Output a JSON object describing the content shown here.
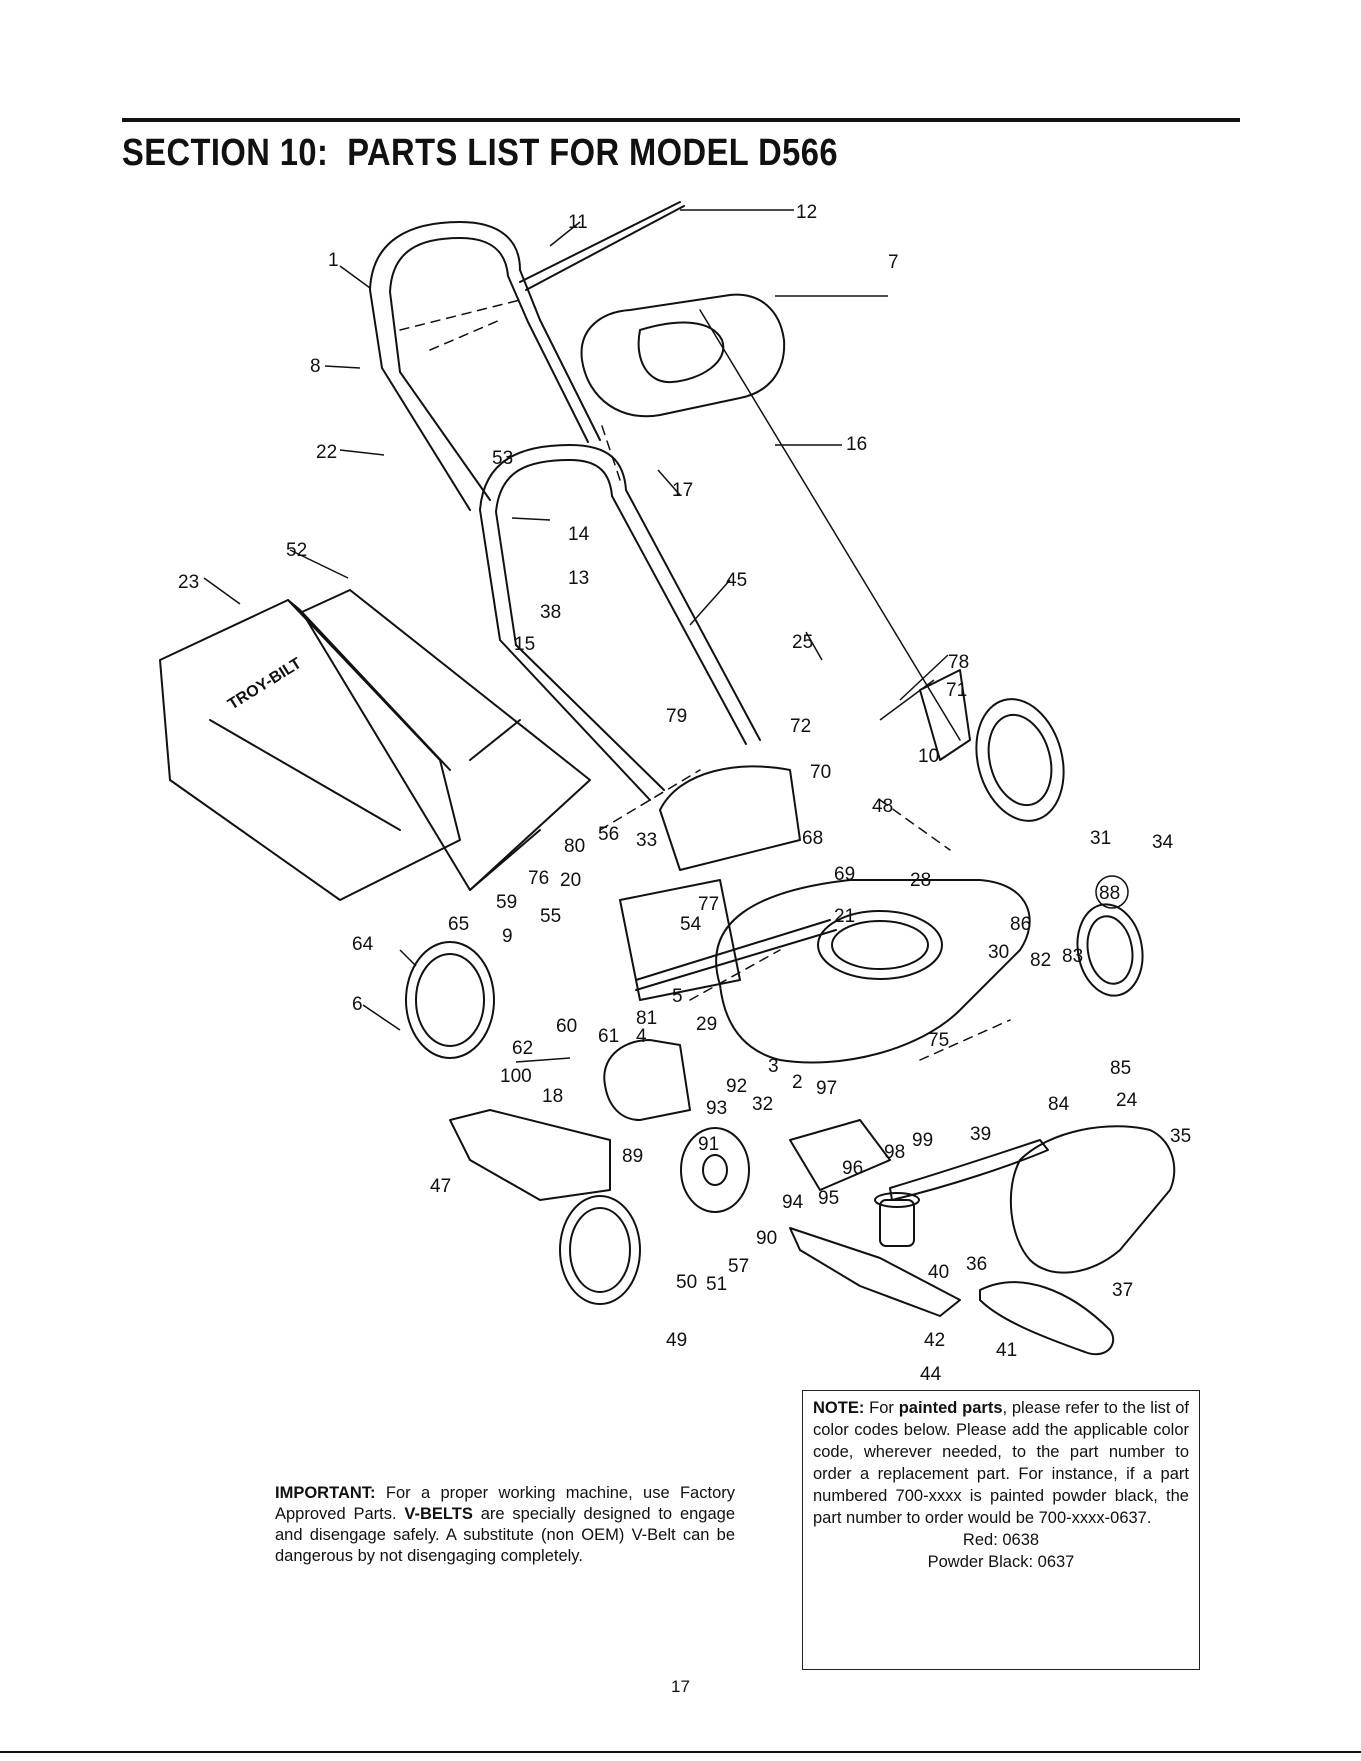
{
  "header": {
    "section": "SECTION 10:",
    "title": "PARTS LIST FOR MODEL D566"
  },
  "diagram": {
    "brand_logo": "TROY-BILT",
    "callouts": [
      "1",
      "2",
      "3",
      "4",
      "5",
      "6",
      "7",
      "8",
      "9",
      "10",
      "11",
      "12",
      "13",
      "14",
      "15",
      "16",
      "17",
      "18",
      "20",
      "21",
      "22",
      "23",
      "24",
      "25",
      "28",
      "29",
      "30",
      "31",
      "32",
      "33",
      "34",
      "35",
      "36",
      "37",
      "38",
      "39",
      "40",
      "41",
      "42",
      "44",
      "45",
      "47",
      "48",
      "49",
      "50",
      "51",
      "52",
      "53",
      "54",
      "55",
      "56",
      "57",
      "59",
      "60",
      "61",
      "62",
      "64",
      "65",
      "68",
      "69",
      "70",
      "71",
      "72",
      "75",
      "76",
      "77",
      "78",
      "79",
      "80",
      "81",
      "82",
      "83",
      "84",
      "85",
      "86",
      "88",
      "89",
      "90",
      "91",
      "92",
      "93",
      "94",
      "95",
      "96",
      "97",
      "98",
      "99",
      "100"
    ]
  },
  "important": {
    "label": "IMPORTANT:",
    "text_1": " For a proper working machine, use Factory Approved Parts. ",
    "vbelts": "V-BELTS",
    "text_2": " are specially designed to engage and disengage safely.  A substitute (non OEM) V-Belt can be dangerous by not disengaging completely."
  },
  "note": {
    "label": "NOTE:",
    "text_1": " For ",
    "painted": "painted parts",
    "text_2": ", please refer to the list of color codes below.  Please add the applicable color code, wherever needed, to the part number to order a replacement part.  For instance, if a part numbered 700-xxxx is painted powder black, the part number to order would be 700-xxxx-0637.",
    "red_code": "Red: 0638",
    "black_code": "Powder Black: 0637"
  },
  "page_number": "17"
}
